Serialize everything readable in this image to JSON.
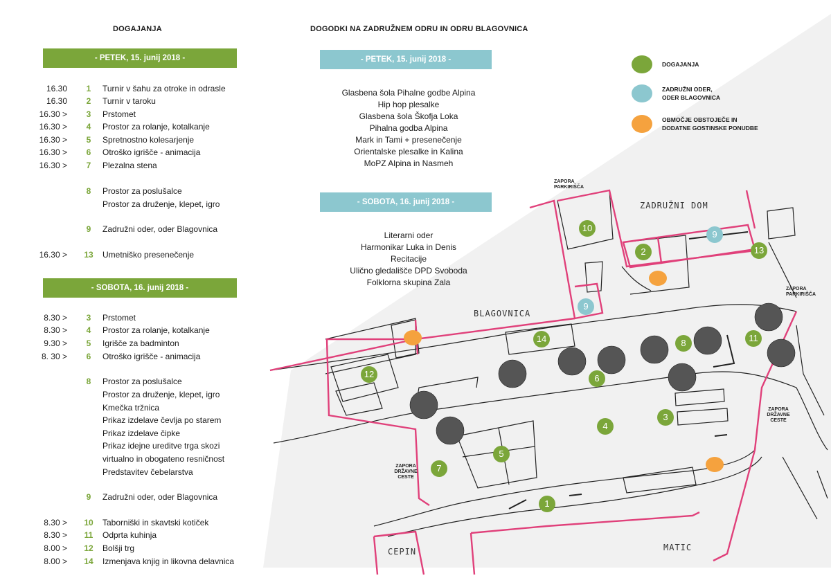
{
  "left": {
    "heading": "DOGAJANJA",
    "friday_banner": "- PETEK, 15. junij 2018 -",
    "saturday_banner": "- SOBOTA, 16. junij 2018 -",
    "friday": [
      {
        "time": "16.30",
        "num": "1",
        "label": "Turnir v šahu za otroke in odrasle"
      },
      {
        "time": "16.30",
        "num": "2",
        "label": "Turnir v taroku"
      },
      {
        "time": "16.30 >",
        "num": "3",
        "label": "Prstomet"
      },
      {
        "time": "16.30 >",
        "num": "4",
        "label": "Prostor za rolanje, kotalkanje"
      },
      {
        "time": "16.30 >",
        "num": "5",
        "label": "Spretnostno kolesarjenje"
      },
      {
        "time": "16.30 >",
        "num": "6",
        "label": "Otroško igrišče - animacija"
      },
      {
        "time": "16.30 >",
        "num": "7",
        "label": "Plezalna stena"
      },
      {
        "time": "",
        "num": "8",
        "label": "Prostor za poslušalce"
      },
      {
        "time": "",
        "num": "",
        "label": "Prostor za druženje, klepet, igro"
      },
      {
        "time": "",
        "num": "9",
        "label": "Zadružni oder, oder Blagovnica"
      },
      {
        "time": "16.30 >",
        "num": "13",
        "label": "Umetniško presenečenje"
      }
    ],
    "saturday": [
      {
        "time": "8.30 >",
        "num": "3",
        "label": "Prstomet"
      },
      {
        "time": "8.30 >",
        "num": "4",
        "label": "Prostor za rolanje, kotalkanje"
      },
      {
        "time": "9.30 >",
        "num": "5",
        "label": "Igrišče za badminton"
      },
      {
        "time": "8. 30 >",
        "num": "6",
        "label": "Otroško igrišče - animacija"
      },
      {
        "time": "",
        "num": "8",
        "label": "Prostor za poslušalce"
      },
      {
        "time": "",
        "num": "",
        "label": "Prostor za druženje, klepet, igro"
      },
      {
        "time": "",
        "num": "",
        "label": "Kmečka tržnica"
      },
      {
        "time": "",
        "num": "",
        "label": "Prikaz izdelave čevlja po starem"
      },
      {
        "time": "",
        "num": "",
        "label": "Prikaz izdelave čipke"
      },
      {
        "time": "",
        "num": "",
        "label": "Prikaz idejne ureditve trga skozi"
      },
      {
        "time": "",
        "num": "",
        "label": "virtualno in obogateno resničnost"
      },
      {
        "time": "",
        "num": "",
        "label": "Predstavitev čebelarstva"
      },
      {
        "time": "",
        "num": "9",
        "label": "Zadružni oder, oder Blagovnica"
      },
      {
        "time": "8.30 >",
        "num": "10",
        "label": "Taborniški in skavtski kotiček"
      },
      {
        "time": "8.30 >",
        "num": "11",
        "label": "Odprta kuhinja"
      },
      {
        "time": "8.00 >",
        "num": "12",
        "label": "Bolšji trg"
      },
      {
        "time": "8.00 >",
        "num": "14",
        "label": "Izmenjava knjig in likovna delavnica"
      }
    ]
  },
  "middle": {
    "heading": "DOGODKI NA ZADRUŽNEM ODRU IN ODRU BLAGOVNICA",
    "friday_banner": "- PETEK, 15. junij 2018 -",
    "friday": [
      "Glasbena šola Pihalne godbe Alpina",
      "Hip hop plesalke",
      "Glasbena šola Škofja Loka",
      "Pihalna godba Alpina",
      "Mark in Tami + presenečenje",
      "Orientalske plesalke in Kalina",
      "MoPZ Alpina in Nasmeh"
    ],
    "saturday_banner": "- SOBOTA, 16. junij 2018 -",
    "saturday": [
      "Literarni oder",
      "Harmonikar Luka in Denis",
      "Recitacije",
      "Ulično gledališče DPD Svoboda",
      "Folklorna skupina Zala"
    ]
  },
  "legend": {
    "events": "DOGAJANJA",
    "stages_1": "ZADRUŽNI ODER,",
    "stages_2": "ODER BLAGOVNICA",
    "food_1": "OBMOČJE OBSTOJEČE IN",
    "food_2": "DODATNE GOSTINSKE PONUDBE"
  },
  "map": {
    "zadruzni_dom": "ZADRUŽNI DOM",
    "blagovnica": "BLAGOVNICA",
    "cepin": "CEPIN",
    "matic": "MATIC",
    "zapora_parkirisca_1a": "ZAPORA",
    "zapora_parkirisca_1b": "PARKIRIŠČA",
    "zapora_parkirisca_2a": "ZAPORA",
    "zapora_parkirisca_2b": "PARKIRIŠČA",
    "zapora_ceste_1a": "ZAPORA",
    "zapora_ceste_1b": "DRŽAVNE",
    "zapora_ceste_1c": "CESTE",
    "zapora_ceste_2a": "ZAPORA",
    "zapora_ceste_2b": "DRŽAVNE",
    "zapora_ceste_2c": "CESTE",
    "markers": [
      {
        "n": "1",
        "kind": "event"
      },
      {
        "n": "2",
        "kind": "event"
      },
      {
        "n": "3",
        "kind": "event"
      },
      {
        "n": "4",
        "kind": "event"
      },
      {
        "n": "5",
        "kind": "event"
      },
      {
        "n": "6",
        "kind": "event"
      },
      {
        "n": "7",
        "kind": "event"
      },
      {
        "n": "8",
        "kind": "event"
      },
      {
        "n": "9",
        "kind": "stage"
      },
      {
        "n": "9",
        "kind": "stage"
      },
      {
        "n": "10",
        "kind": "event"
      },
      {
        "n": "11",
        "kind": "event"
      },
      {
        "n": "12",
        "kind": "event"
      },
      {
        "n": "13",
        "kind": "event"
      },
      {
        "n": "14",
        "kind": "event"
      }
    ]
  },
  "colors": {
    "green": "#7ba63a",
    "blue": "#8cc7cf",
    "orange": "#f5a23e",
    "pink": "#e0407a"
  }
}
